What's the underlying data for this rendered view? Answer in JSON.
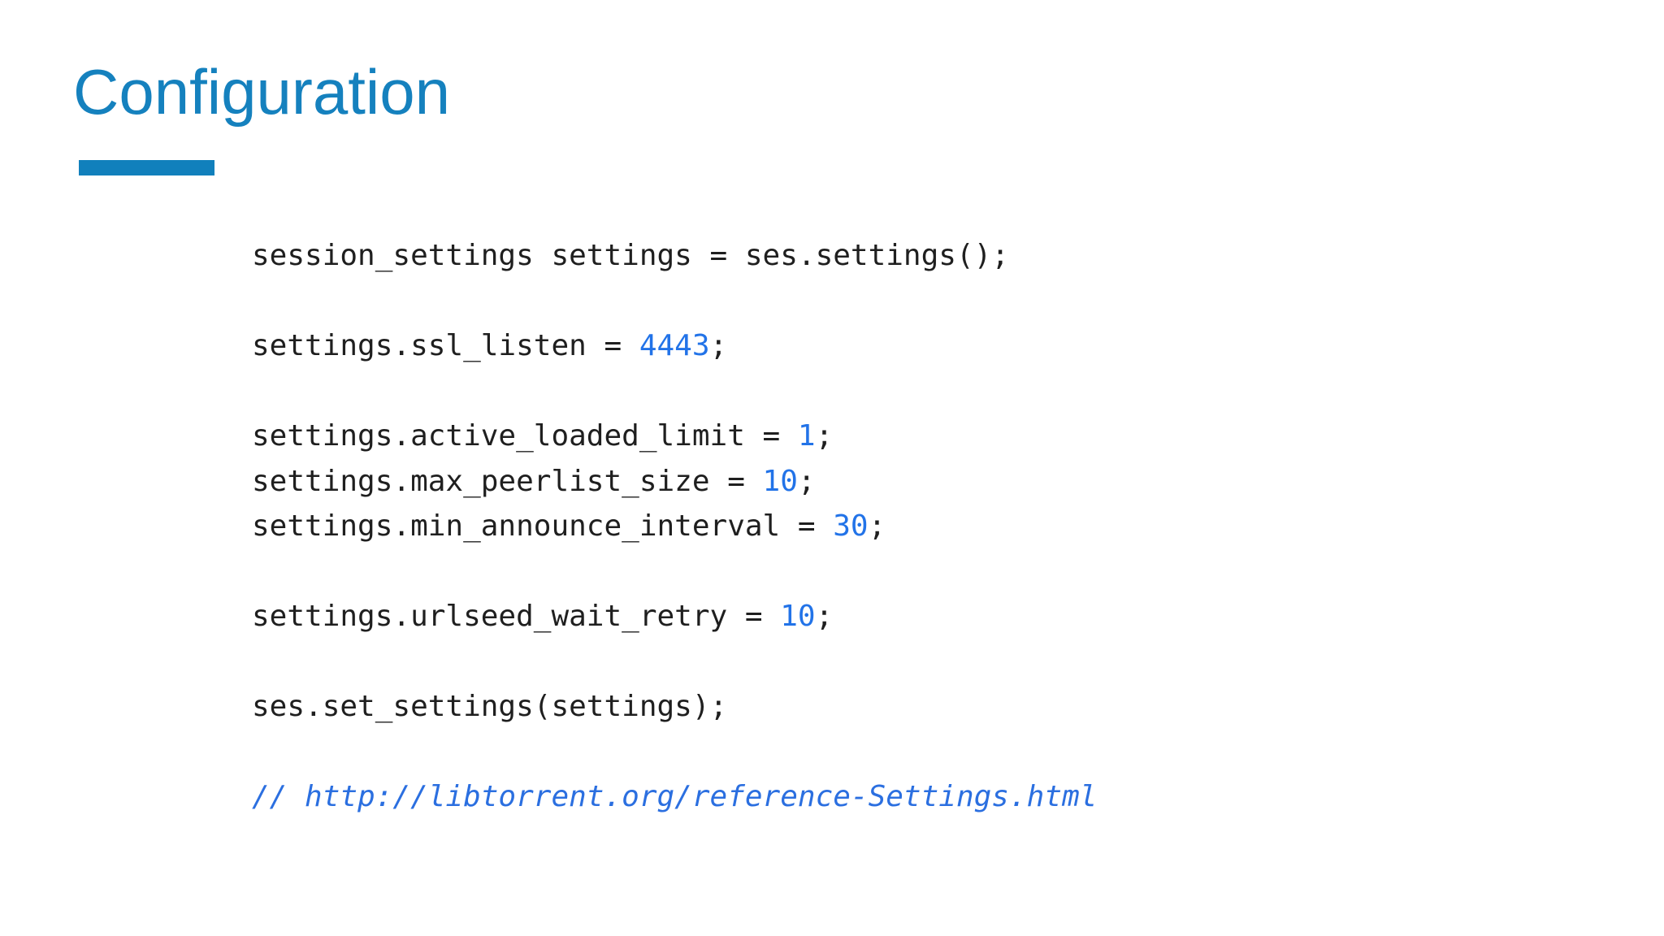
{
  "slide": {
    "title": "Configuration",
    "accent_color": "#1581BE",
    "accent_bar_color": "#1180BC",
    "background_color": "#ffffff",
    "code_text_color": "#1f1f1f",
    "code_number_color": "#2273E8",
    "code_comment_color": "#2B6FE0"
  },
  "code_block": {
    "lines": [
      {
        "segments": [
          {
            "text": "session_settings settings = ses.settings();",
            "style": "plain"
          }
        ]
      },
      {
        "segments": []
      },
      {
        "segments": [
          {
            "text": "settings.ssl_listen = ",
            "style": "plain"
          },
          {
            "text": "4443",
            "style": "number"
          },
          {
            "text": ";",
            "style": "plain"
          }
        ]
      },
      {
        "segments": []
      },
      {
        "segments": [
          {
            "text": "settings.active_loaded_limit = ",
            "style": "plain"
          },
          {
            "text": "1",
            "style": "number"
          },
          {
            "text": ";",
            "style": "plain"
          }
        ]
      },
      {
        "segments": [
          {
            "text": "settings.max_peerlist_size = ",
            "style": "plain"
          },
          {
            "text": "10",
            "style": "number"
          },
          {
            "text": ";",
            "style": "plain"
          }
        ]
      },
      {
        "segments": [
          {
            "text": "settings.min_announce_interval = ",
            "style": "plain"
          },
          {
            "text": "30",
            "style": "number"
          },
          {
            "text": ";",
            "style": "plain"
          }
        ]
      },
      {
        "segments": []
      },
      {
        "segments": [
          {
            "text": "settings.urlseed_wait_retry = ",
            "style": "plain"
          },
          {
            "text": "10",
            "style": "number"
          },
          {
            "text": ";",
            "style": "plain"
          }
        ]
      },
      {
        "segments": []
      },
      {
        "segments": [
          {
            "text": "ses.set_settings(settings);",
            "style": "plain"
          }
        ]
      },
      {
        "segments": []
      },
      {
        "segments": [
          {
            "text": "// http://libtorrent.org/reference-Settings.html",
            "style": "comment"
          }
        ]
      }
    ]
  }
}
